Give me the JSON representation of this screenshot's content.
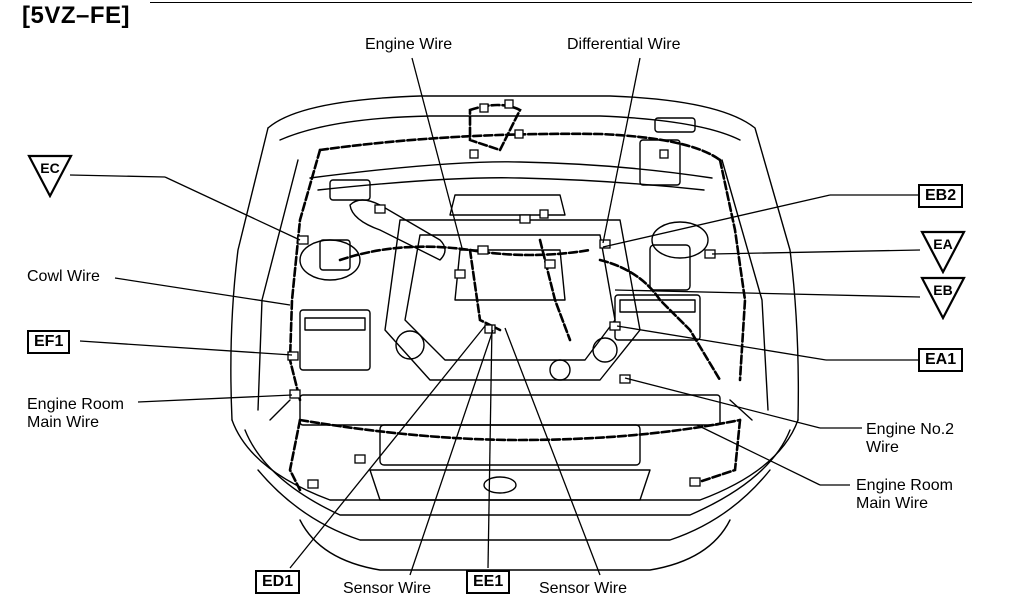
{
  "title": "[5VZ–FE]",
  "labels": {
    "engine_wire": "Engine Wire",
    "differential_wire": "Differential Wire",
    "cowl_wire": "Cowl Wire",
    "engine_room_main_wire_left": [
      "Engine Room",
      "Main Wire"
    ],
    "engine_no2_wire": [
      "Engine No.2",
      "Wire"
    ],
    "engine_room_main_wire_right": [
      "Engine Room",
      "Main Wire"
    ],
    "sensor_wire_left": "Sensor Wire",
    "sensor_wire_right": "Sensor Wire"
  },
  "connectors_boxed": {
    "ef1": "EF1",
    "eb2": "EB2",
    "ea1": "EA1",
    "ed1": "ED1",
    "ee1": "EE1"
  },
  "connectors_triangle": {
    "ec": "EC",
    "ea": "EA",
    "eb": "EB"
  }
}
